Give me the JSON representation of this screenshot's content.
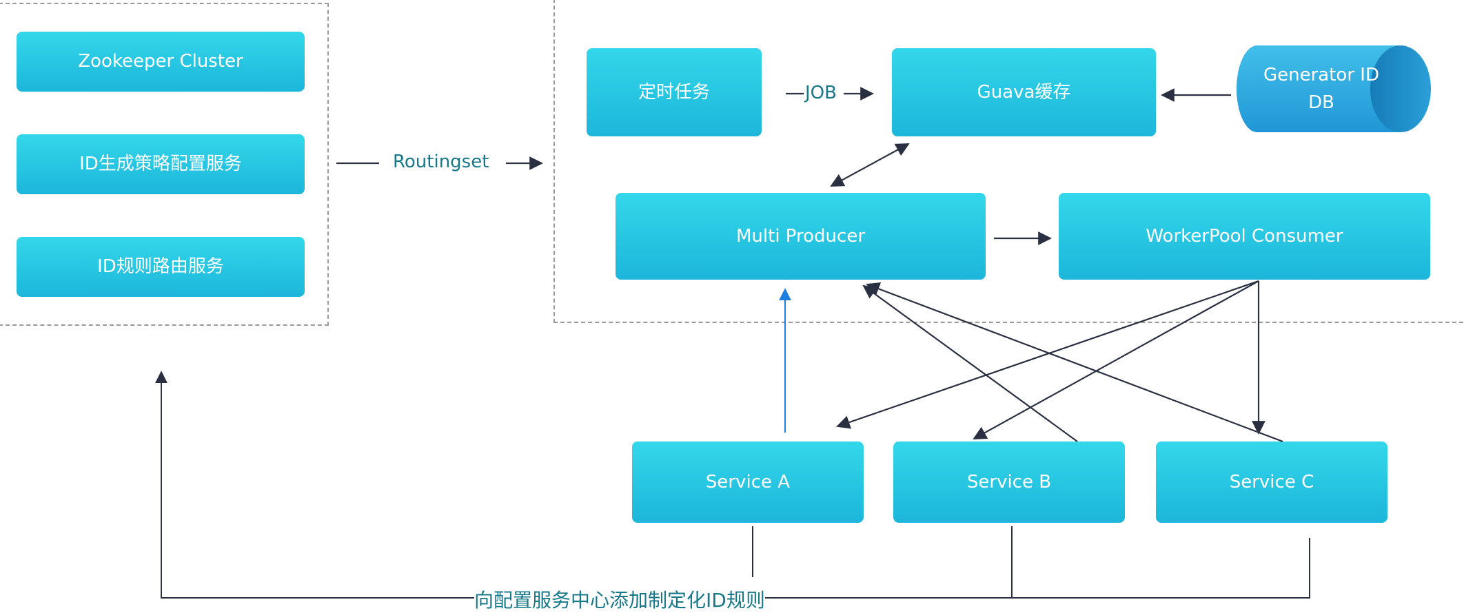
{
  "diagram": {
    "left_group": {
      "name": "config-services-group",
      "items": [
        {
          "label": "Zookeeper Cluster"
        },
        {
          "label": "ID生成策略配置服务"
        },
        {
          "label": "ID规则路由服务"
        }
      ]
    },
    "right_group": {
      "name": "id-generator-group",
      "scheduled_task": "定时任务",
      "guava_cache": "Guava缓存",
      "db": {
        "line1": "Generator ID",
        "line2": "DB"
      },
      "multi_producer": "Multi Producer",
      "workerpool_consumer": "WorkerPool Consumer"
    },
    "services": [
      {
        "label": "Service A"
      },
      {
        "label": "Service B"
      },
      {
        "label": "Service C"
      }
    ],
    "edge_labels": {
      "routingset": "Routingset",
      "job": "JOB",
      "add_rule": "向配置服务中心添加制定化ID规则"
    },
    "colors": {
      "box_top": "#33d7ea",
      "box_bottom": "#1cb6da",
      "db_body": "#2fa8e0",
      "db_cap": "#1c8ec9",
      "arrow": "#2a3042",
      "arrow_highlight": "#1e7fe0",
      "edge_label": "#17788a",
      "dashed_border": "#9a9a9a"
    }
  }
}
